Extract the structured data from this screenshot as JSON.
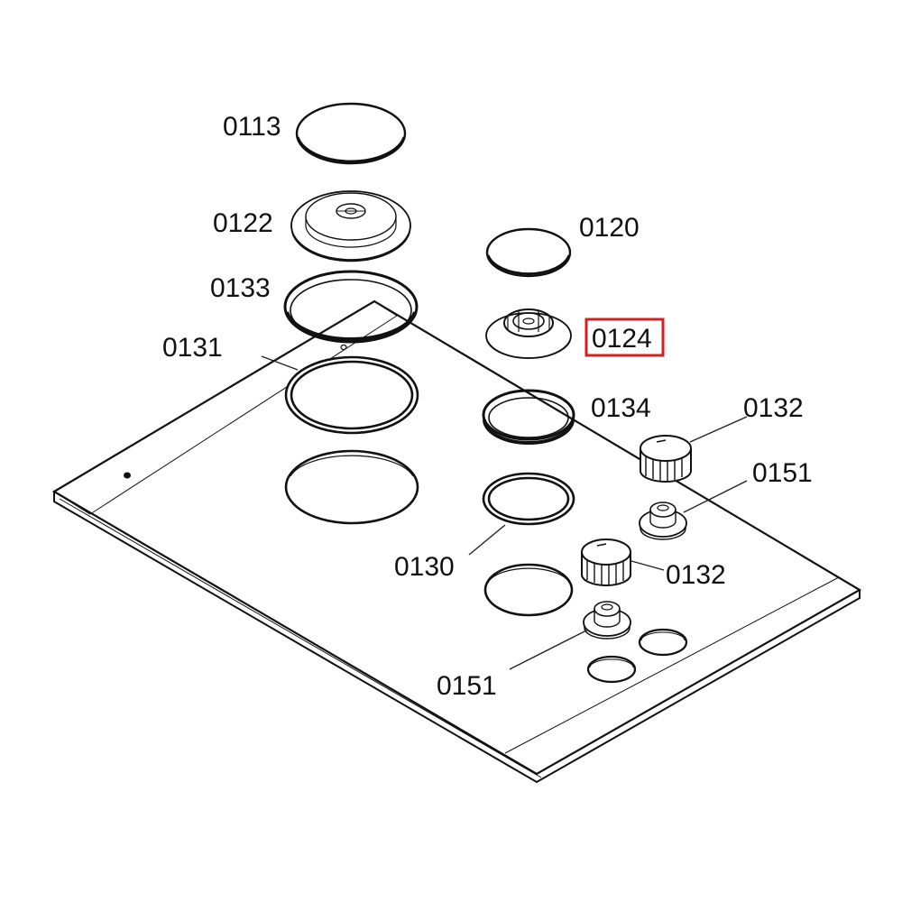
{
  "diagram": {
    "highlight_color": "#d42020",
    "highlighted_part": "0124",
    "labels": {
      "p0113": "0113",
      "p0122": "0122",
      "p0120": "0120",
      "p0133": "0133",
      "p0124": "0124",
      "p0131": "0131",
      "p0134": "0134",
      "p0132_top": "0132",
      "p0151_top": "0151",
      "p0130": "0130",
      "p0132_mid": "0132",
      "p0151_bottom": "0151"
    }
  }
}
